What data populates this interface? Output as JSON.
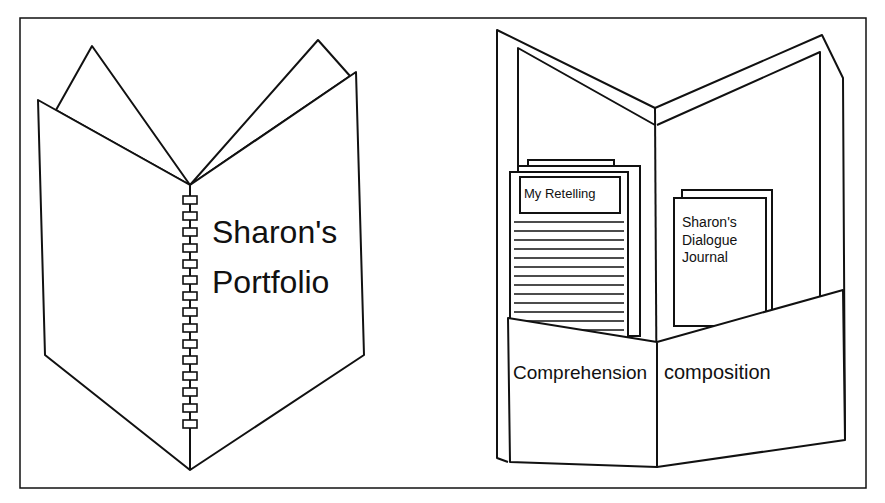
{
  "diagram": {
    "nodes": [
      {
        "text": [
          "Sharon's Portfolio"
        ]
      },
      {
        "text": [
          "My Retelling"
        ]
      },
      {
        "text": [
          "Sharon's Dialogue Journal"
        ]
      },
      {
        "text": [
          "Comprehension"
        ]
      },
      {
        "text": [
          "composition"
        ]
      }
    ]
  }
}
